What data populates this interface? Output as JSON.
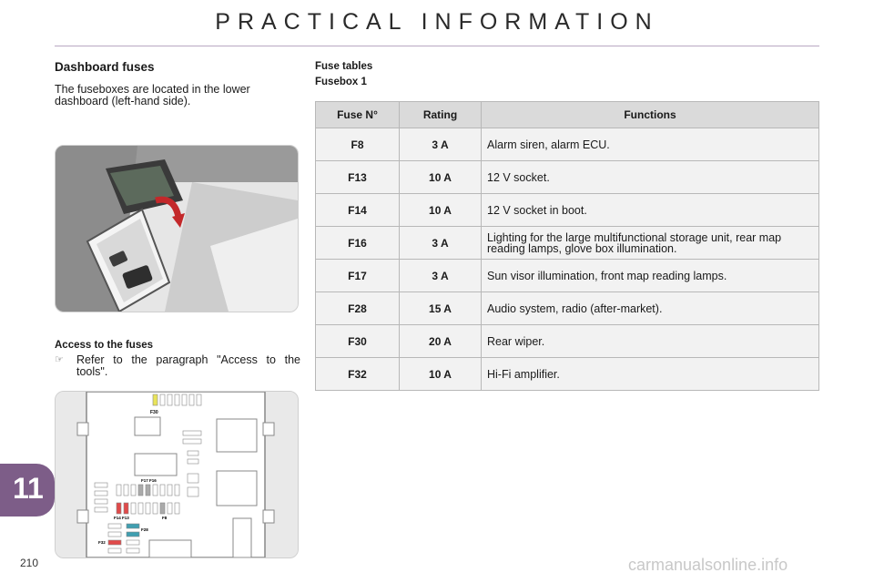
{
  "header": {
    "title": "PRACTICAL INFORMATION"
  },
  "left": {
    "heading": "Dashboard fuses",
    "intro": "The fuseboxes are located in the lower dashboard (left-hand side).",
    "access_heading": "Access to the fuses",
    "access_text": "Refer to the paragraph \"Access to the tools\"."
  },
  "diagram_labels": {
    "f30": "F30",
    "f17f16": "F17 F16",
    "f14f13": "F14 F13",
    "f8": "F8",
    "f28": "F28",
    "f32": "F32"
  },
  "right": {
    "heading": "Fuse tables",
    "subheading": "Fusebox 1",
    "columns": [
      "Fuse N°",
      "Rating",
      "Functions"
    ],
    "rows": [
      [
        "F8",
        "3 A",
        "Alarm siren, alarm ECU."
      ],
      [
        "F13",
        "10 A",
        "12 V socket."
      ],
      [
        "F14",
        "10 A",
        "12 V socket in boot."
      ],
      [
        "F16",
        "3 A",
        "Lighting for the large multifunctional storage unit, rear map reading lamps, glove box illumination."
      ],
      [
        "F17",
        "3 A",
        "Sun visor illumination, front map reading lamps."
      ],
      [
        "F28",
        "15 A",
        "Audio system, radio (after-market)."
      ],
      [
        "F30",
        "20 A",
        "Rear wiper."
      ],
      [
        "F32",
        "10 A",
        "Hi-Fi amplifier."
      ]
    ]
  },
  "chapter": "11",
  "page_number": "210",
  "watermark": "carmanualsonline.info",
  "colors": {
    "chapter_tab": "#7d5d88",
    "table_header": "#dadada",
    "table_cell": "#f2f2f2",
    "fuse_yellow": "#e9e45a",
    "fuse_red": "#e04a4a",
    "fuse_teal": "#3f9fb0"
  }
}
